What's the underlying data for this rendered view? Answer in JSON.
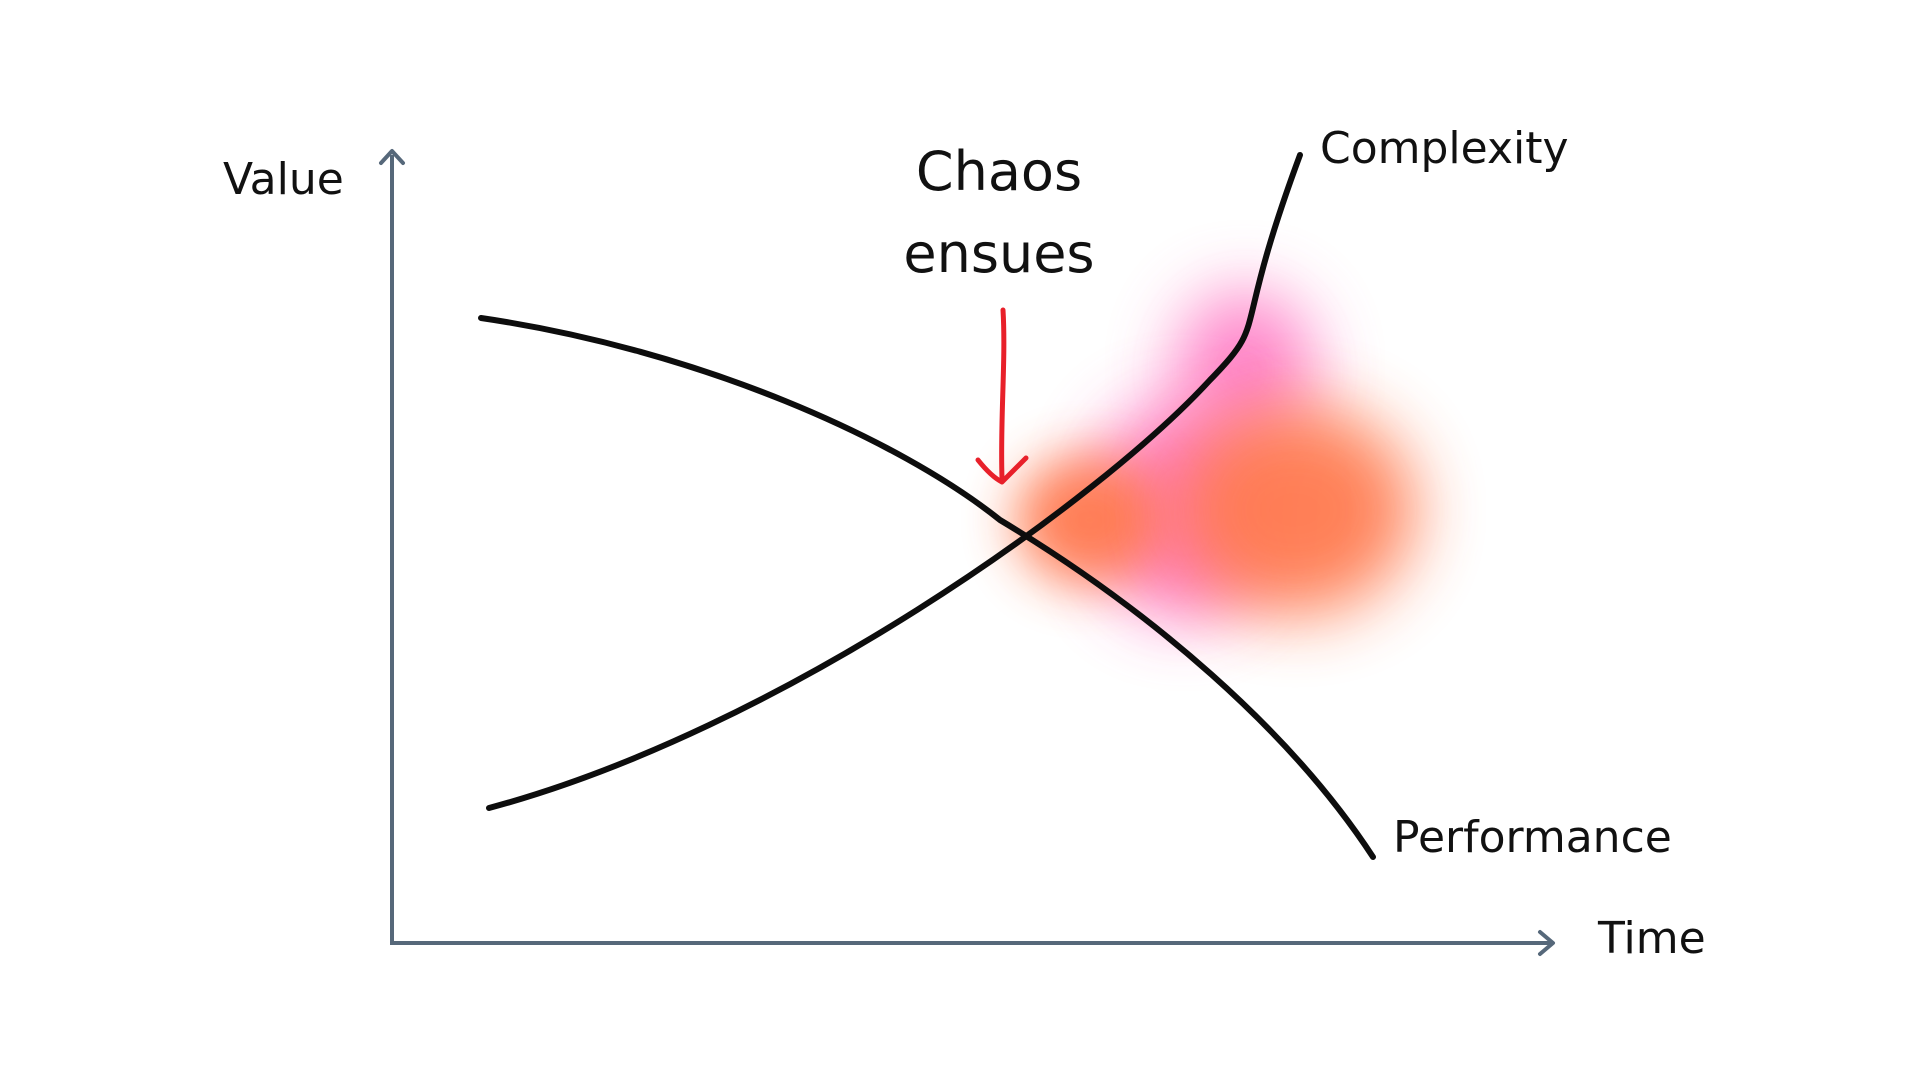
{
  "labels": {
    "y_axis": "Value",
    "x_axis": "Time",
    "complexity": "Complexity",
    "performance": "Performance",
    "annotation_line1": "Chaos",
    "annotation_line2": "ensues"
  },
  "colors": {
    "axis": "#56687a",
    "curve": "#0d0d0d",
    "arrow": "#e8202a",
    "blob_orange": "#ff7a4f",
    "blob_pink": "#ff6fc0",
    "background": "#ffffff"
  }
}
